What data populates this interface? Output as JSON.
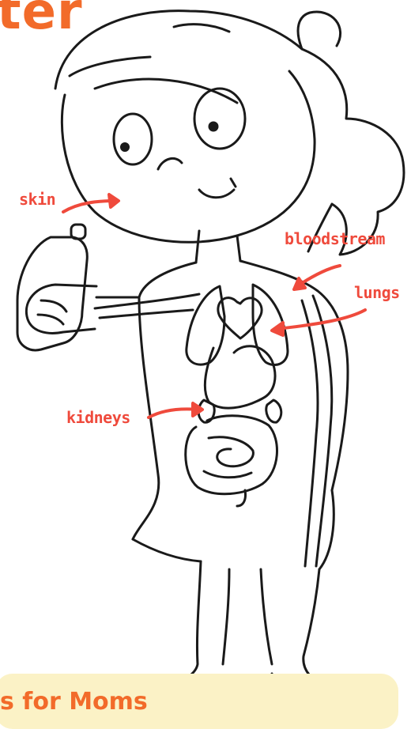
{
  "title_fragment": "ter",
  "labels": {
    "skin": "skin",
    "bloodstream": "bloodstream",
    "lungs": "lungs",
    "kidneys": "kidneys"
  },
  "banner_text": "s for Moms",
  "colors": {
    "title": "#f26b2a",
    "label": "#ef4a3c",
    "outline": "#1a1a1a",
    "banner_bg": "#fbf2c6"
  }
}
